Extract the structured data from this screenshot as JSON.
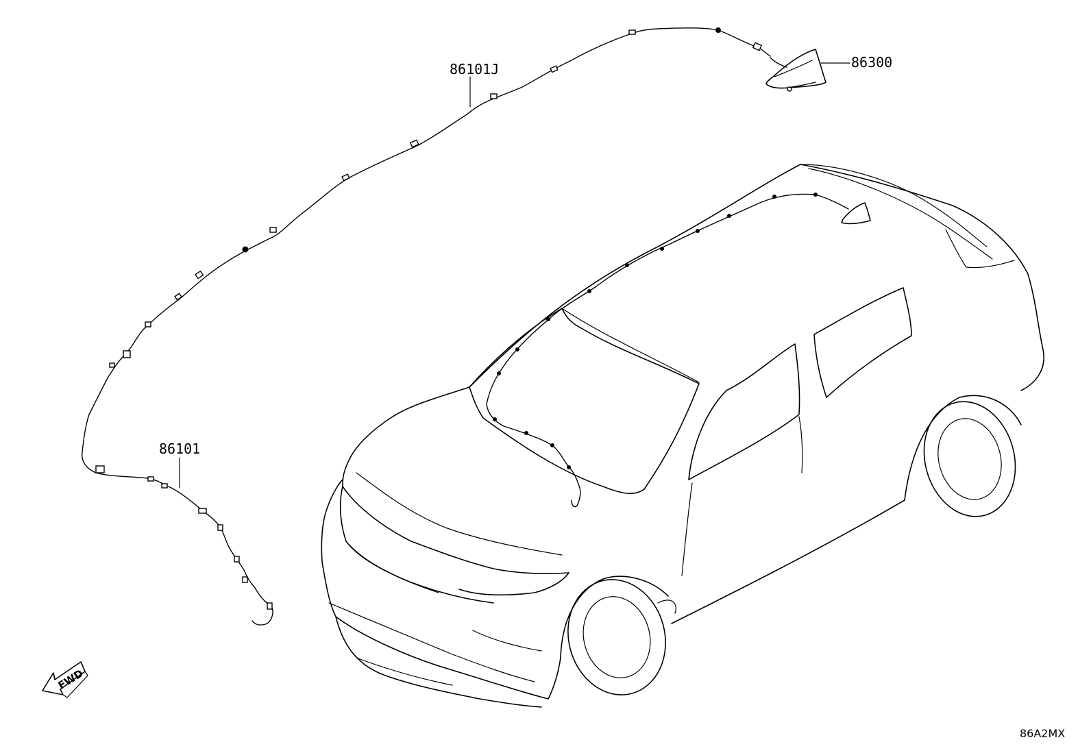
{
  "labels": {
    "harness_upper": "86101J",
    "antenna": "86300",
    "harness_lower": "86101"
  },
  "fwd_label": "FWD",
  "diagram_code": "86A2MX"
}
